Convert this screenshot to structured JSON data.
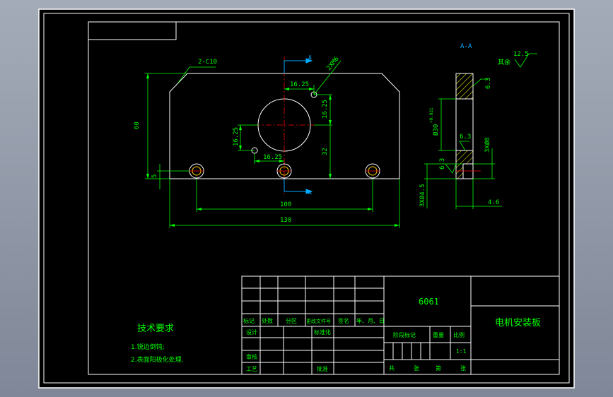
{
  "colors": {
    "bg": "#000000",
    "frame": "#ffffff",
    "dim": "#00ff00",
    "text": "#00ff00",
    "section": "#00aaff",
    "hatch": "#ffff00",
    "center": "#ff0000",
    "hole": "#ffcc00"
  },
  "drawing": {
    "dims": {
      "chamfer": "2-C10",
      "height": "60",
      "bottom_offset": "5",
      "hole_spacing": "100",
      "width": "130",
      "top_offset_h": "16.25",
      "right_offset_v": "16.25",
      "left_offset_v": "16.25",
      "bottom_offset_h": "16.25",
      "center_height": "32",
      "small_holes": "2XM6"
    },
    "section_marks": {
      "top": "A",
      "bottom": "A"
    },
    "side_view": {
      "title": "A-A",
      "rest_note": "其余",
      "roughness": "12.5",
      "thickness_top": "6.3",
      "bore_dia": "Ø30",
      "bore_tol": "+0.021\n0",
      "roughness_side": "6.3",
      "roughness_bottom": "6.3",
      "counterbore": "3XØ8",
      "through": "3XØ4.5",
      "depth": "4.6"
    }
  },
  "notes": {
    "title": "技术要求",
    "items": [
      "1.锐边倒钝;",
      "2.表面阳极化处理."
    ]
  },
  "title_block": {
    "material": "6061",
    "part_name": "电机安装板",
    "headers": [
      "标记",
      "处数",
      "分区",
      "更改文件号",
      "签名",
      "年、月、日"
    ],
    "design": "设计",
    "standardize": "标准化",
    "stage_mark": "阶段标记",
    "weight": "重量",
    "scale": "比例",
    "scale_value": "1:1",
    "review": "审核",
    "process": "工艺",
    "approve": "批准",
    "total": "共",
    "sheets": "张",
    "sheet_no": "第",
    "sheet_unit": "张"
  }
}
